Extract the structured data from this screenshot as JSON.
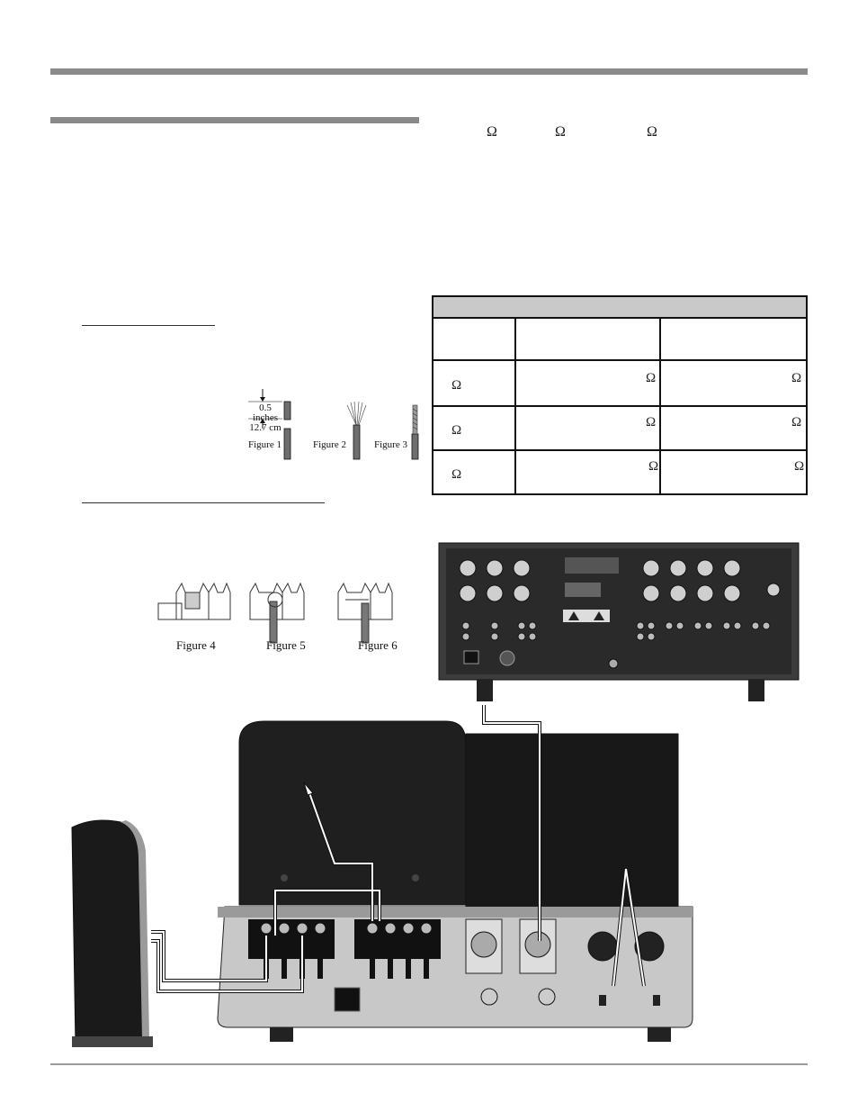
{
  "header": {
    "omega_symbols": [
      "Ω",
      "Ω",
      "Ω"
    ]
  },
  "table": {
    "rows": [
      {
        "col1": "Ω",
        "col2": "Ω",
        "col3": "Ω"
      },
      {
        "col1": "Ω",
        "col2": "Ω",
        "col3": "Ω"
      },
      {
        "col1": "Ω",
        "col2": "Ω",
        "col3": "Ω"
      }
    ]
  },
  "wire_prep": {
    "dimension_inches": "0.5 inches",
    "dimension_cm": "12.7 cm",
    "figures": [
      "Figure 1",
      "Figure 2",
      "Figure 3"
    ]
  },
  "terminal_connection": {
    "figures": [
      "Figure 4",
      "Figure 5",
      "Figure 6"
    ]
  }
}
